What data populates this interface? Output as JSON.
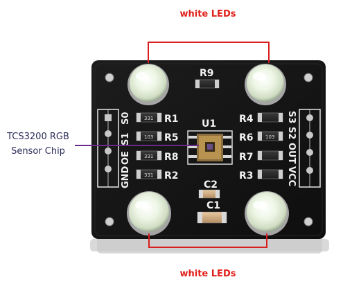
{
  "annotations": {
    "top_label": "white LEDs",
    "bottom_label": "white LEDs",
    "sensor_label_line1": "TCS3200 RGB",
    "sensor_label_line2": "Sensor Chip"
  },
  "board": {
    "resistor_labels": [
      "R1",
      "R5",
      "R8",
      "R2",
      "R4",
      "R6",
      "R7",
      "R3",
      "R9"
    ],
    "resistor_codes": {
      "r5": "103",
      "r6": "103",
      "r8": "331",
      "r2": "331",
      "r1": "331"
    },
    "capacitor_labels": [
      "C2",
      "C1"
    ],
    "chip_label": "U1",
    "left_header_pins": [
      "GND",
      "OE",
      "S1",
      "S0"
    ],
    "right_header_pins": [
      "S3",
      "S2",
      "OUT",
      "VCC"
    ]
  },
  "colors": {
    "pcb": "#151515",
    "silkscreen": "#f2f2f2",
    "annotation_red": "#e0201b",
    "bracket_red": "#d81e1e",
    "pointer_line": "#6a2a8a",
    "led_body": "#e9f3df"
  }
}
